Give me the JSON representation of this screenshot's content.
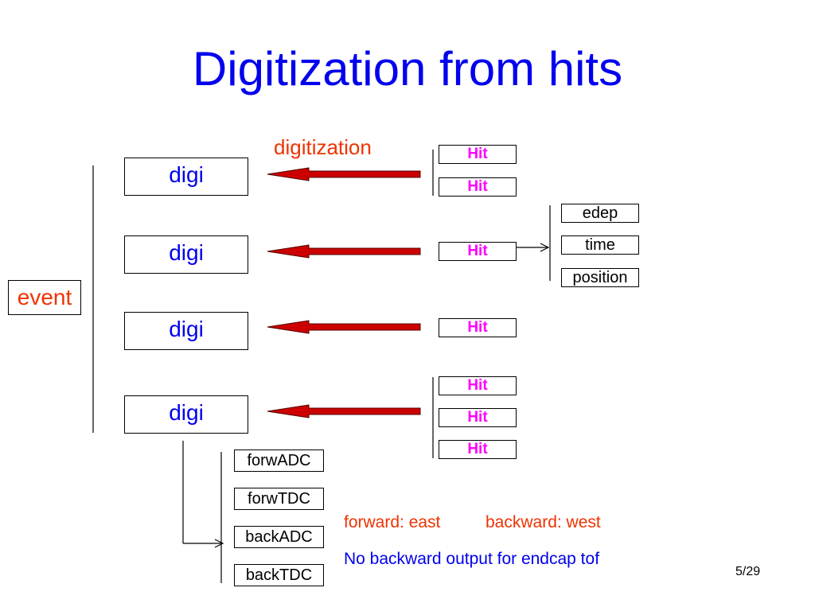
{
  "slide": {
    "title": "Digitization from hits",
    "page_number": "5/29"
  },
  "diagram": {
    "event_label": "event",
    "digitization_label": "digitization",
    "digi_labels": [
      "digi",
      "digi",
      "digi",
      "digi"
    ],
    "hit_label": "Hit",
    "hit_attributes": [
      "edep",
      "time",
      "position"
    ],
    "outputs": [
      "forwADC",
      "forwTDC",
      "backADC",
      "backTDC"
    ],
    "arrow_color": "#cc0000"
  },
  "notes": {
    "forward": "forward: east",
    "backward": "backward: west",
    "endcap": "No backward output for endcap tof"
  }
}
